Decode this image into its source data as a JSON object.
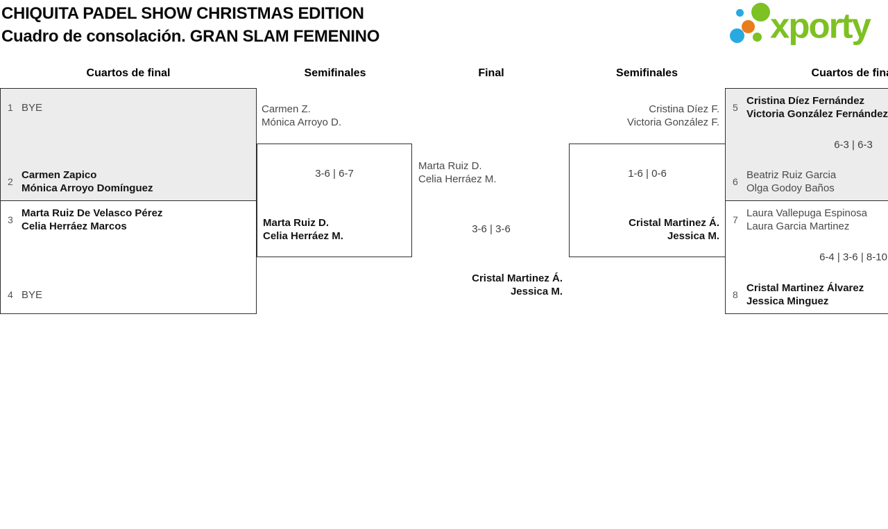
{
  "header": {
    "title_line1": "CHIQUITA PADEL SHOW CHRISTMAS EDITION",
    "title_line2": "Cuadro de consolación. GRAN SLAM FEMENINO",
    "logo_text": "xporty"
  },
  "colors": {
    "logo_green": "#7dc122",
    "logo_blue": "#29a9e1",
    "logo_orange": "#e87d1b",
    "box_gray": "#ececec",
    "box_border": "#2e2e2e",
    "winner_text": "#141414",
    "regular_text": "#4a4a4a"
  },
  "rounds": [
    "Cuartos de final",
    "Semifinales",
    "Final",
    "Semifinales",
    "Cuartos de final"
  ],
  "bracket": {
    "qf_left": [
      {
        "seed": "1",
        "line1": "BYE",
        "line2": ""
      },
      {
        "seed": "2",
        "line1": "Carmen Zapico",
        "line2": "Mónica Arroyo Domínguez"
      },
      {
        "seed": "3",
        "line1": "Marta Ruiz De Velasco Pérez",
        "line2": "Celia Herráez Marcos"
      },
      {
        "seed": "4",
        "line1": "BYE",
        "line2": ""
      }
    ],
    "qf_right": [
      {
        "seed": "5",
        "line1": "Cristina Díez Fernández",
        "line2": "Victoria González Fernández"
      },
      {
        "seed": "6",
        "line1": "Beatriz Ruiz Garcia",
        "line2": "Olga Godoy Baños"
      },
      {
        "seed": "7",
        "line1": "Laura Vallepuga Espinosa",
        "line2": "Laura Garcia Martinez"
      },
      {
        "seed": "8",
        "line1": "Cristal Martinez Álvarez",
        "line2": "Jessica Minguez"
      }
    ],
    "qf_right_scores": [
      "6-3 | 6-3",
      "6-4 | 3-6 | 8-10"
    ],
    "sf_left": {
      "top_line1": "Carmen Z.",
      "top_line2": "Mónica Arroyo D.",
      "score": "3-6 | 6-7",
      "winner_line1": "Marta Ruiz D.",
      "winner_line2": "Celia Herráez M."
    },
    "sf_right": {
      "top_line1": "Cristina Díez F.",
      "top_line2": "Victoria González F.",
      "score": "1-6 | 0-6",
      "winner_line1": "Cristal Martinez Á.",
      "winner_line2": "Jessica M."
    },
    "final": {
      "left_line1": "Marta Ruiz D.",
      "left_line2": "Celia Herráez M.",
      "score": "3-6 | 3-6",
      "winner_line1": "Cristal Martinez Á.",
      "winner_line2": "Jessica M."
    }
  }
}
